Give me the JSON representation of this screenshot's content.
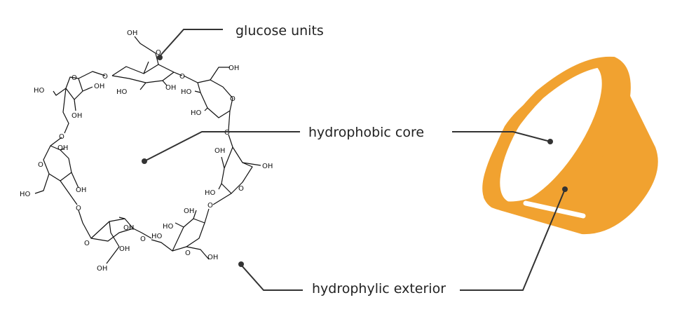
{
  "labels": {
    "glucose_units": "glucose units",
    "hydrophobic_core": "hydrophobic core",
    "hydrophylic_exterior": "hydrophylic exterior"
  },
  "atoms": {
    "hydroxyl": "OH",
    "hydroxyl_left": "HO",
    "oxygen": "O"
  },
  "colors": {
    "cone_fill": "#F1A230",
    "cone_inner": "#FFFFFF",
    "callout_line": "#333333",
    "callout_dot": "#333333",
    "bond": "#111111",
    "text": "#222222"
  }
}
